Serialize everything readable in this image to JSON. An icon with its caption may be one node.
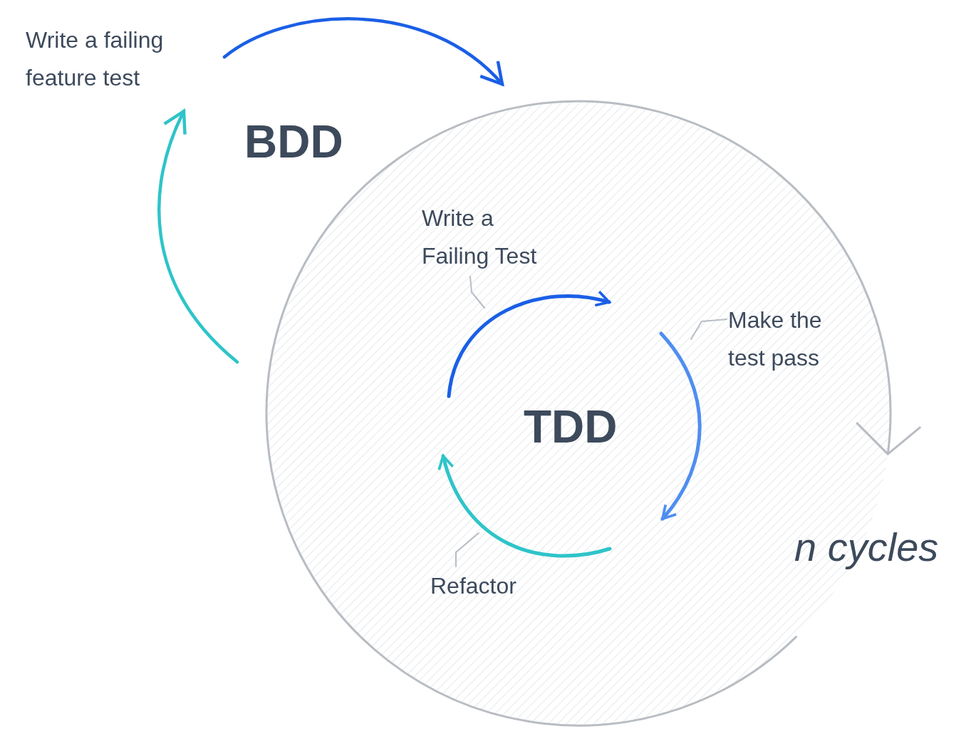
{
  "diagram": {
    "nodes": [
      {
        "text": [
          "Write a failing feature test"
        ]
      },
      {
        "text": [],
        "shape": "circle"
      },
      {
        "text": [
          "Write a Failing Test"
        ],
        "in": 1
      },
      {
        "text": [
          "Make the test pass"
        ],
        "in": 1
      },
      {
        "text": [
          "Refactor"
        ],
        "in": 1
      },
      {
        "text": [],
        "shape": "arrow",
        "in": 1
      },
      {
        "text": [],
        "shape": "arrow",
        "in": 1
      },
      {
        "text": [],
        "shape": "arrow",
        "in": 1
      }
    ],
    "edges": [
      {
        "from": 0,
        "to": 1,
        "arrow": "to",
        "style": "thick",
        "color": "#1a5fe6"
      },
      {
        "from": 1,
        "to": 0,
        "arrow": "to",
        "style": "thick",
        "color": "#2ec4c9"
      },
      {
        "from": 2,
        "to": 5,
        "arrow": "none"
      },
      {
        "from": 3,
        "to": 6,
        "arrow": "none"
      },
      {
        "from": 4,
        "to": 7,
        "arrow": "none"
      }
    ],
    "labels": [
      "BDD",
      "TDD",
      "n cycles"
    ]
  }
}
